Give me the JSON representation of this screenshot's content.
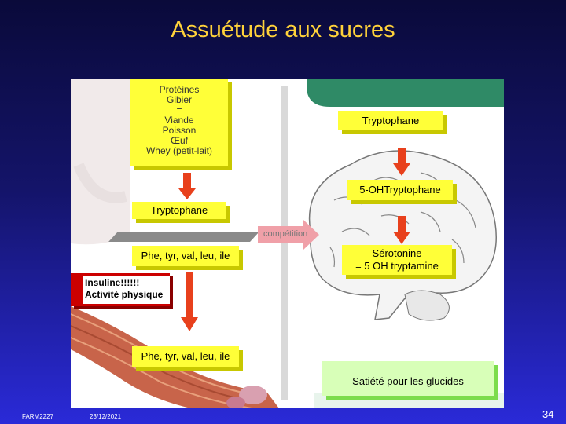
{
  "slide": {
    "title": "Assuétude aux sucres",
    "footer_left": "FARM2227",
    "footer_date": "23/12/2021",
    "page_number": "34"
  },
  "diagram": {
    "sources_box": {
      "lines": [
        "Protéines",
        "Gibier",
        "=",
        "Viande",
        "Poisson",
        "Œuf",
        "Whey (petit-lait)"
      ]
    },
    "blood_tryptophan": "Tryptophane",
    "competition_label": "compétition",
    "blood_amino_acids": "Phe, tyr, val, leu, ile",
    "insulin_box": {
      "line1": "Insuline!!!!!!",
      "line2": "Activité physique"
    },
    "muscle_amino_acids": "Phe, tyr, val, leu, ile",
    "brain_tryptophan": "Tryptophane",
    "brain_5oh_tryptophan": "5-OHTryptophane",
    "serotonin_box": {
      "line1": "Sérotonine",
      "line2": "= 5 OH tryptamine"
    },
    "satiety": "Satiété pour les glucides",
    "colors": {
      "box_yellow": "#ffff38",
      "box_green": "#d8ffb8",
      "arrow_red": "#e8401c",
      "insulin_red": "#cc0000"
    }
  }
}
